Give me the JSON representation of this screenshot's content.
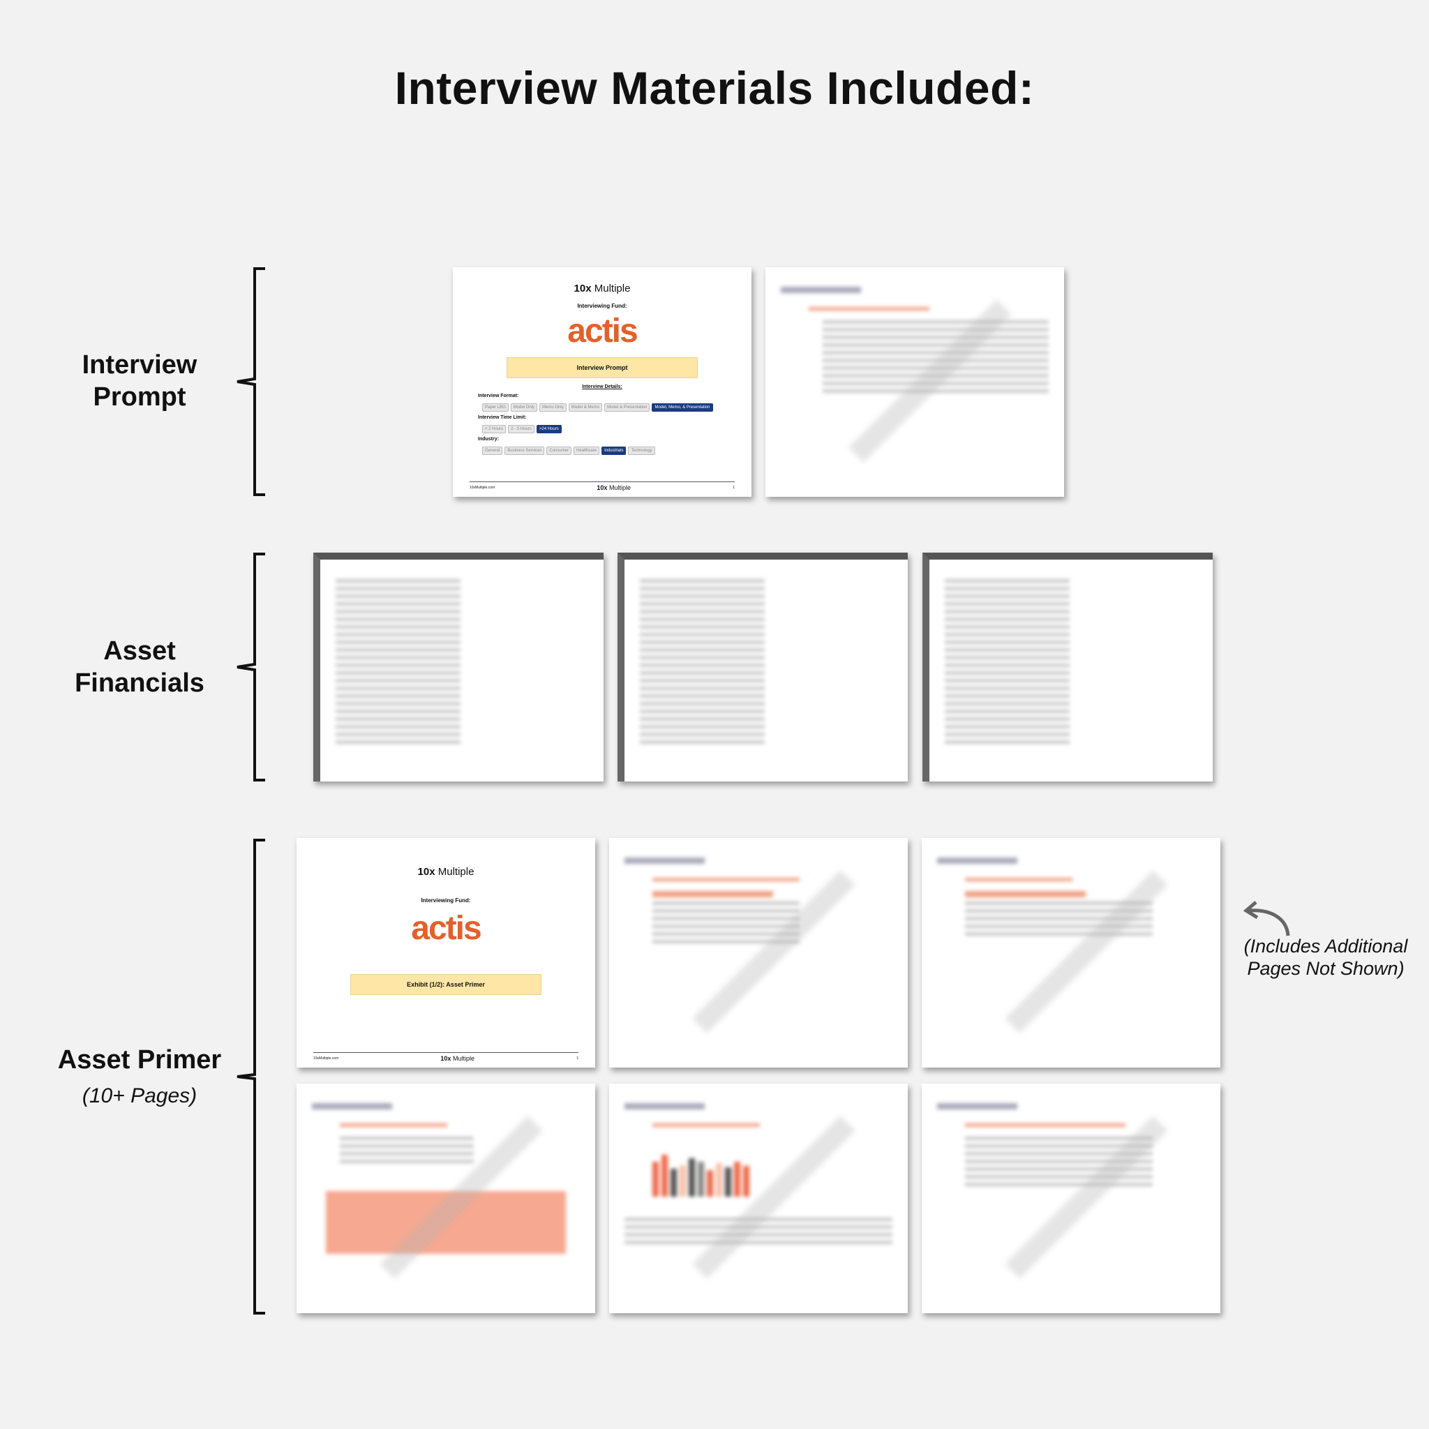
{
  "title": "Interview Materials Included:",
  "sections": [
    {
      "label_line1": "Interview",
      "label_line2": "Prompt"
    },
    {
      "label_line1": "Asset",
      "label_line2": "Financials"
    },
    {
      "label_line1": "Asset Primer",
      "sub": "(10+ Pages)"
    }
  ],
  "cover": {
    "brand_num": "10x",
    "brand_word": "Multiple",
    "fund_label": "Interviewing Fund:",
    "fund_logo": "actis",
    "prompt_band": "Interview Prompt",
    "details_heading": "Interview Details:",
    "format_label": "Interview Format:",
    "formats": [
      "Paper LBO",
      "Model Only",
      "Memo Only",
      "Model & Memo",
      "Model & Presentation",
      "Model, Memo, & Presentation"
    ],
    "time_label": "Interview Time Limit:",
    "times": [
      "< 2 Hours",
      "2 - 5 Hours",
      ">24 Hours"
    ],
    "industry_label": "Industry:",
    "industries": [
      "General",
      "Business Services",
      "Consumer",
      "Healthcare",
      "Industrials",
      "Technology"
    ],
    "footer_site": "10xMultiple.com",
    "footer_page": "1",
    "primer_band": "Exhibit (1/2): Asset Primer"
  },
  "note": "(Includes Additional Pages Not Shown)",
  "colors": {
    "accent": "#e4602a",
    "navy": "#1a3b80",
    "band": "#fde6a6"
  }
}
